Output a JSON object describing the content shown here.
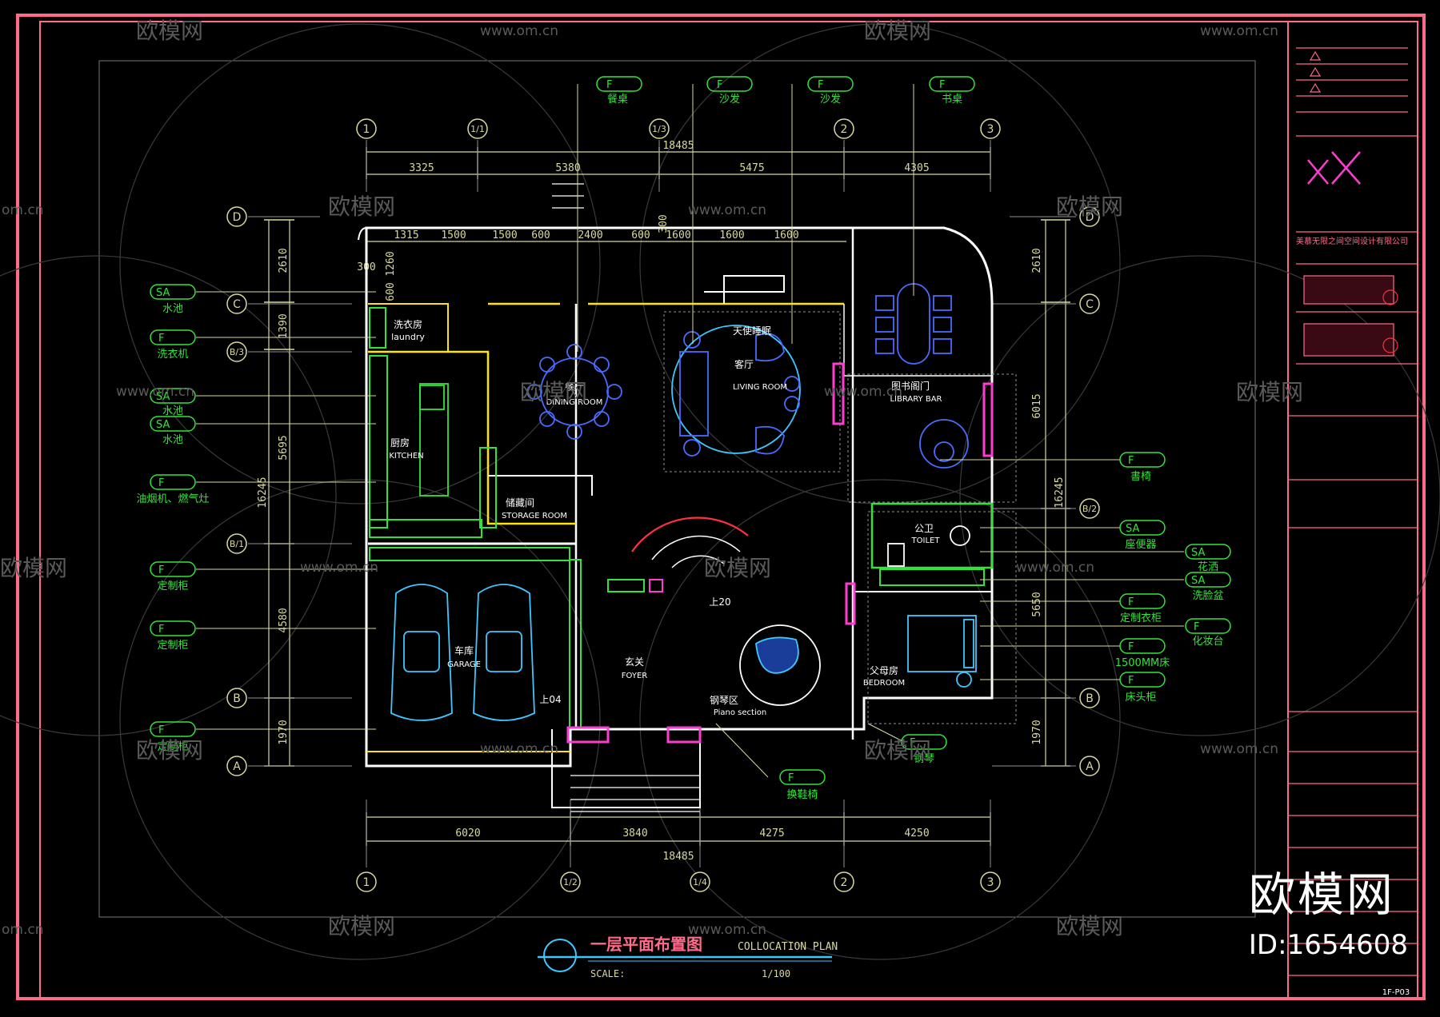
{
  "colors": {
    "frame": "#ff6b8a",
    "dim": "#d8d8a0",
    "wall": "#ffffff",
    "green": "#32e43a",
    "yellow": "#ffe600",
    "cyan": "#3ec7ff",
    "magenta": "#ff3cd0",
    "blue": "#4a6bff",
    "grey": "#8f8f8f",
    "redline": "#ff3040",
    "watermark": "#5a5a5a"
  },
  "title": {
    "cn": "一层平面布置图",
    "en": "COLLOCATION PLAN",
    "scale_label": "SCALE:",
    "scale_value": "1/100"
  },
  "grid": {
    "top": [
      "1",
      "1/1",
      "1/3",
      "2",
      "3"
    ],
    "bottom": [
      "1",
      "1/2",
      "1/4",
      "2",
      "3"
    ],
    "left": [
      "D",
      "C",
      "B/3",
      "B/1",
      "B",
      "A"
    ],
    "right": [
      "D",
      "C",
      "B/2",
      "B",
      "A"
    ]
  },
  "dims": {
    "top_total": "18485",
    "top_segments": [
      "3325",
      "5380",
      "5475",
      "4305"
    ],
    "inner_top": [
      "1315",
      "1500",
      "1500",
      "600",
      "2400",
      "600",
      "1600",
      "1600",
      "1600"
    ],
    "inner_misc": [
      "300",
      "1260",
      "300",
      "600"
    ],
    "bottom_total": "18485",
    "bottom_segments": [
      "6020",
      "3840",
      "4275",
      "4250"
    ],
    "left": [
      "2610",
      "1390",
      "5695",
      "4580",
      "1970"
    ],
    "left_total": "16245",
    "right": [
      "2610",
      "6015",
      "5650",
      "1970"
    ],
    "right_total": "16245"
  },
  "rooms": [
    {
      "cn": "洗衣房",
      "en": "laundry"
    },
    {
      "cn": "餐厅",
      "en": "DINING ROOM"
    },
    {
      "cn": "天使睡眠",
      "en": ""
    },
    {
      "cn": "客厅",
      "en": "LIVING ROOM"
    },
    {
      "cn": "图书阁门",
      "en": "LIBRARY BAR"
    },
    {
      "cn": "厨房",
      "en": "KITCHEN"
    },
    {
      "cn": "储藏间",
      "en": "STORAGE ROOM"
    },
    {
      "cn": "公卫",
      "en": "TOILET"
    },
    {
      "cn": "车库",
      "en": "GARAGE"
    },
    {
      "cn": "玄关",
      "en": "FOYER"
    },
    {
      "cn": "钢琴区",
      "en": "Piano section"
    },
    {
      "cn": "父母房",
      "en": "BEDROOM"
    }
  ],
  "stair_labels": [
    "上20",
    "上04"
  ],
  "tags": [
    {
      "code": "F",
      "label": "餐桌"
    },
    {
      "code": "F",
      "label": "沙发"
    },
    {
      "code": "F",
      "label": "沙发"
    },
    {
      "code": "F",
      "label": "书桌"
    },
    {
      "code": "SA",
      "label": "水池"
    },
    {
      "code": "F",
      "label": "洗衣机"
    },
    {
      "code": "SA",
      "label": "水池"
    },
    {
      "code": "SA",
      "label": "水池"
    },
    {
      "code": "F",
      "label": "油烟机、燃气灶"
    },
    {
      "code": "F",
      "label": "定制柜"
    },
    {
      "code": "F",
      "label": "定制柜"
    },
    {
      "code": "F",
      "label": "定制柜"
    },
    {
      "code": "F",
      "label": "書椅"
    },
    {
      "code": "SA",
      "label": "座便器"
    },
    {
      "code": "SA",
      "label": "花洒"
    },
    {
      "code": "SA",
      "label": "洗脸盆"
    },
    {
      "code": "F",
      "label": "定制衣柜"
    },
    {
      "code": "F",
      "label": "化妆台"
    },
    {
      "code": "F",
      "label": "1500MM床"
    },
    {
      "code": "F",
      "label": "床头柜"
    },
    {
      "code": "F",
      "label": "钢琴"
    },
    {
      "code": "F",
      "label": "换鞋椅"
    }
  ],
  "titleblock": {
    "company": "美慕无限之间空间设计有限公司",
    "drawing_no": "1F-P03"
  },
  "watermark": {
    "logo_text": "欧模网",
    "url": "www.om.cn",
    "url_short": "om.cn",
    "big_text": "欧模网",
    "id_text": "ID:1654608"
  }
}
